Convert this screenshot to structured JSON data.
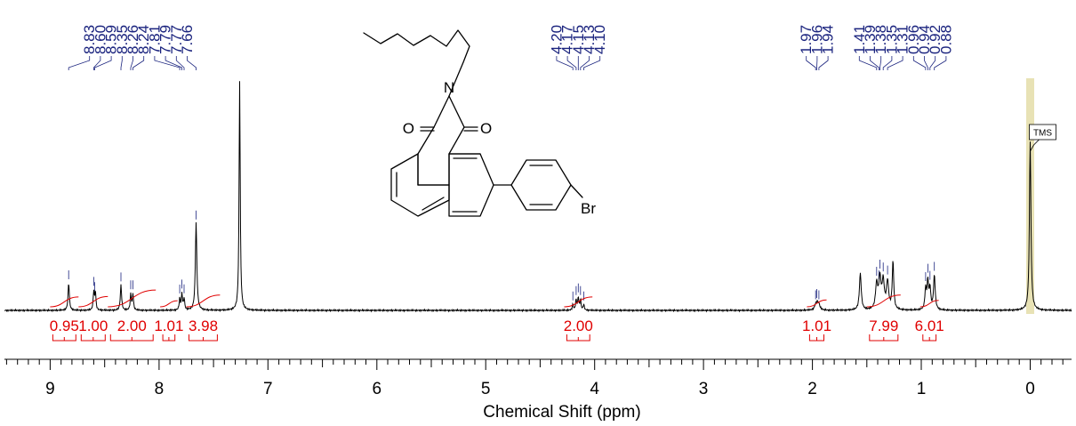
{
  "chart_data": {
    "type": "line",
    "xlabel": "Chemical Shift (ppm)",
    "xlim": [
      9.42,
      -0.38
    ],
    "x_reversed": true,
    "ticks": [
      {
        "v": 9,
        "label": "9"
      },
      {
        "v": 8,
        "label": "8"
      },
      {
        "v": 7,
        "label": "7"
      },
      {
        "v": 6,
        "label": "6"
      },
      {
        "v": 5,
        "label": "5"
      },
      {
        "v": 4,
        "label": "4"
      },
      {
        "v": 3,
        "label": "3"
      },
      {
        "v": 2,
        "label": "2"
      },
      {
        "v": 1,
        "label": "1"
      },
      {
        "v": 0,
        "label": "0"
      }
    ],
    "peak_labels": [
      {
        "ppm": 8.83,
        "label": "8.83"
      },
      {
        "ppm": 8.6,
        "label": "8.60"
      },
      {
        "ppm": 8.59,
        "label": "8.59"
      },
      {
        "ppm": 8.35,
        "label": "8.35"
      },
      {
        "ppm": 8.26,
        "label": "8.26"
      },
      {
        "ppm": 8.24,
        "label": "8.24"
      },
      {
        "ppm": 7.81,
        "label": "7.81"
      },
      {
        "ppm": 7.79,
        "label": "7.79"
      },
      {
        "ppm": 7.77,
        "label": "7.77"
      },
      {
        "ppm": 7.66,
        "label": "7.66"
      },
      {
        "ppm": 4.2,
        "label": "4.20"
      },
      {
        "ppm": 4.17,
        "label": "4.17"
      },
      {
        "ppm": 4.15,
        "label": "4.15"
      },
      {
        "ppm": 4.13,
        "label": "4.13"
      },
      {
        "ppm": 4.1,
        "label": "4.10"
      },
      {
        "ppm": 1.97,
        "label": "1.97"
      },
      {
        "ppm": 1.96,
        "label": "1.96"
      },
      {
        "ppm": 1.94,
        "label": "1.94"
      },
      {
        "ppm": 1.41,
        "label": "1.41"
      },
      {
        "ppm": 1.39,
        "label": "1.39"
      },
      {
        "ppm": 1.38,
        "label": "1.38"
      },
      {
        "ppm": 1.35,
        "label": "1.35"
      },
      {
        "ppm": 1.31,
        "label": "1.31"
      },
      {
        "ppm": 0.96,
        "label": "0.96"
      },
      {
        "ppm": 0.94,
        "label": "0.94"
      },
      {
        "ppm": 0.92,
        "label": "0.92"
      },
      {
        "ppm": 0.88,
        "label": "0.88"
      }
    ],
    "peaks": [
      {
        "ppm": 8.83,
        "height": 0.12,
        "width": 0.007
      },
      {
        "ppm": 8.6,
        "height": 0.08,
        "width": 0.006
      },
      {
        "ppm": 8.585,
        "height": 0.08,
        "width": 0.006
      },
      {
        "ppm": 8.35,
        "height": 0.11,
        "width": 0.007
      },
      {
        "ppm": 8.26,
        "height": 0.07,
        "width": 0.006
      },
      {
        "ppm": 8.24,
        "height": 0.07,
        "width": 0.006
      },
      {
        "ppm": 7.81,
        "height": 0.05,
        "width": 0.006
      },
      {
        "ppm": 7.79,
        "height": 0.07,
        "width": 0.006
      },
      {
        "ppm": 7.77,
        "height": 0.05,
        "width": 0.006
      },
      {
        "ppm": 7.66,
        "height": 0.38,
        "width": 0.008
      },
      {
        "ppm": 7.26,
        "height": 1.0,
        "width": 0.006
      },
      {
        "ppm": 4.2,
        "height": 0.025,
        "width": 0.006
      },
      {
        "ppm": 4.17,
        "height": 0.045,
        "width": 0.006
      },
      {
        "ppm": 4.15,
        "height": 0.055,
        "width": 0.006
      },
      {
        "ppm": 4.13,
        "height": 0.045,
        "width": 0.006
      },
      {
        "ppm": 4.1,
        "height": 0.025,
        "width": 0.006
      },
      {
        "ppm": 1.97,
        "height": 0.02,
        "width": 0.012
      },
      {
        "ppm": 1.955,
        "height": 0.025,
        "width": 0.012
      },
      {
        "ppm": 1.94,
        "height": 0.02,
        "width": 0.012
      },
      {
        "ppm": 1.56,
        "height": 0.16,
        "width": 0.01
      },
      {
        "ppm": 1.41,
        "height": 0.11,
        "width": 0.012
      },
      {
        "ppm": 1.38,
        "height": 0.13,
        "width": 0.012
      },
      {
        "ppm": 1.35,
        "height": 0.12,
        "width": 0.012
      },
      {
        "ppm": 1.31,
        "height": 0.12,
        "width": 0.012
      },
      {
        "ppm": 1.26,
        "height": 0.21,
        "width": 0.008
      },
      {
        "ppm": 0.96,
        "height": 0.09,
        "width": 0.008
      },
      {
        "ppm": 0.94,
        "height": 0.12,
        "width": 0.008
      },
      {
        "ppm": 0.92,
        "height": 0.09,
        "width": 0.008
      },
      {
        "ppm": 0.88,
        "height": 0.15,
        "width": 0.009
      },
      {
        "ppm": 0.0,
        "height": 0.74,
        "width": 0.008
      }
    ],
    "integrals": [
      {
        "from": 9.0,
        "to": 8.74,
        "label": "0.95"
      },
      {
        "from": 8.74,
        "to": 8.47,
        "label": "1.00"
      },
      {
        "from": 8.47,
        "to": 8.03,
        "label": "2.00"
      },
      {
        "from": 7.99,
        "to": 7.83,
        "label": "1.01"
      },
      {
        "from": 7.75,
        "to": 7.44,
        "label": "3.98"
      },
      {
        "from": 4.28,
        "to": 4.02,
        "label": "2.00"
      },
      {
        "from": 2.05,
        "to": 1.87,
        "label": "1.01"
      },
      {
        "from": 1.5,
        "to": 1.19,
        "label": "7.99"
      },
      {
        "from": 1.01,
        "to": 0.84,
        "label": "6.01"
      }
    ],
    "reference": {
      "ppm": 0.0,
      "label": "TMS"
    },
    "structure_labels": {
      "o1": "O",
      "n": "N",
      "o2": "O",
      "br": "Br"
    }
  }
}
